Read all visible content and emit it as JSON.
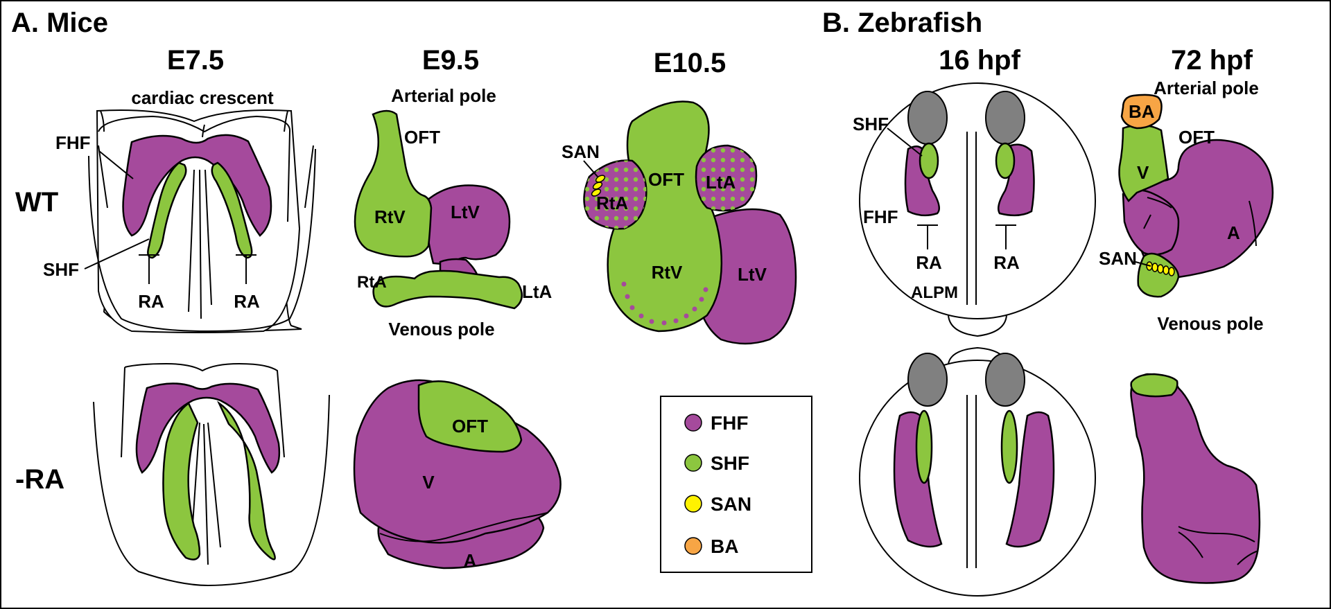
{
  "colors": {
    "FHF": "#a54a9c",
    "SHF": "#8cc63f",
    "SAN": "#fff200",
    "BA": "#f7a545",
    "eye": "#808080"
  },
  "panelA": {
    "title": "A. Mice",
    "stages": [
      "E7.5",
      "E9.5",
      "E10.5"
    ],
    "rows": [
      "WT",
      "-RA"
    ],
    "e75": {
      "crescent": "cardiac crescent",
      "fhf": "FHF",
      "shf": "SHF",
      "ra_left": "RA",
      "ra_right": "RA"
    },
    "e95": {
      "arterial": "Arterial pole",
      "oft": "OFT",
      "rtv": "RtV",
      "ltv": "LtV",
      "rta": "RtA",
      "lta": "LtA",
      "venous": "Venous pole"
    },
    "e105": {
      "san": "SAN",
      "oft": "OFT",
      "rta": "RtA",
      "lta": "LtA",
      "rtv": "RtV",
      "ltv": "LtV"
    },
    "ra_e95": {
      "oft": "OFT",
      "v": "V",
      "a": "A"
    }
  },
  "panelB": {
    "title": "B. Zebrafish",
    "stages": [
      "16 hpf",
      "72 hpf"
    ],
    "hpf16": {
      "shf": "SHF",
      "fhf": "FHF",
      "ra_left": "RA",
      "ra_right": "RA",
      "alpm": "ALPM"
    },
    "hpf72": {
      "arterial": "Arterial pole",
      "ba": "BA",
      "oft": "OFT",
      "v": "V",
      "a": "A",
      "san": "SAN",
      "venous": "Venous pole"
    }
  },
  "legend": [
    {
      "label": "FHF",
      "color": "#a54a9c"
    },
    {
      "label": "SHF",
      "color": "#8cc63f"
    },
    {
      "label": "SAN",
      "color": "#fff200"
    },
    {
      "label": "BA",
      "color": "#f7a545"
    }
  ]
}
